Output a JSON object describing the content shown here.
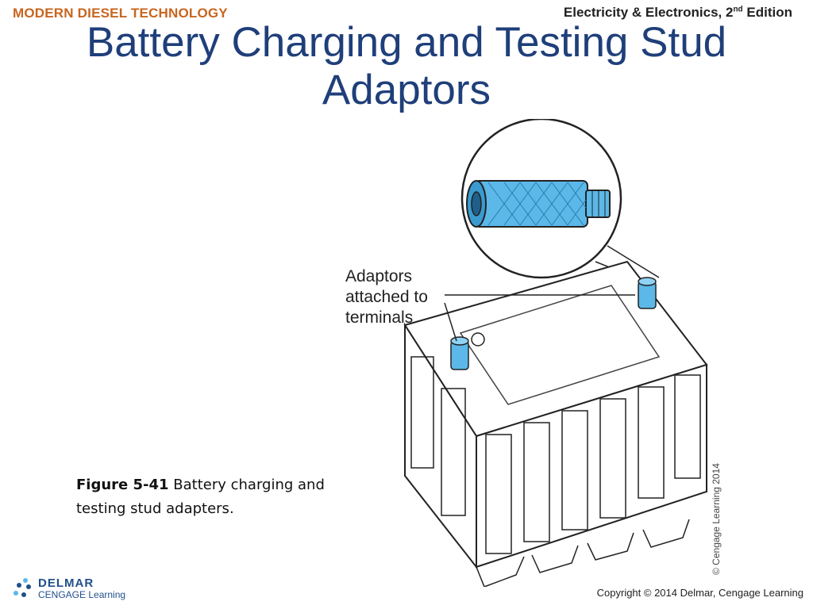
{
  "header": {
    "left": "MODERN DIESEL TECHNOLOGY",
    "right_main": "Electricity & Electronics, 2",
    "right_sup": "nd",
    "right_tail": " Edition"
  },
  "title": {
    "line1": "Battery Charging and Testing Stud",
    "line2": "Adaptors"
  },
  "figure": {
    "callout_line1": "Adaptors",
    "callout_line2": "attached to",
    "callout_line3": "terminals",
    "credit": "© Cengage Learning 2014",
    "accent_color": "#5bb8e8"
  },
  "caption": {
    "label": "Figure 5-41",
    "text": " Battery charging and testing stud adapters."
  },
  "footer": {
    "logo_top": "DELMAR",
    "logo_bottom": "CENGAGE Learning",
    "copyright": "Copyright © 2014 Delmar, Cengage Learning"
  }
}
